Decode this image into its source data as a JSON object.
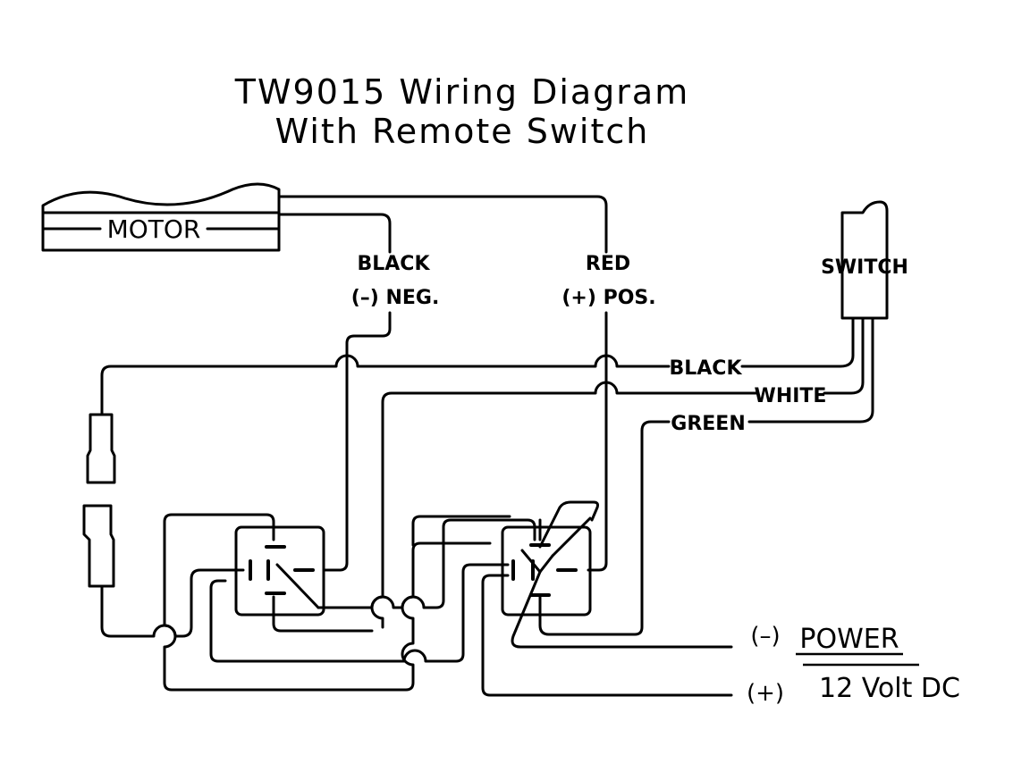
{
  "title": {
    "line1": "TW9015 Wiring Diagram",
    "line2": "With Remote Switch"
  },
  "components": {
    "motor": "MOTOR",
    "switch": "SWITCH"
  },
  "motor_leads": {
    "black_color": "BLACK",
    "black_polarity": "(–)  NEG.",
    "red_color": "RED",
    "red_polarity": "(+)  POS."
  },
  "switch_wires": {
    "black": "BLACK",
    "white": "WHITE",
    "green": "GREEN"
  },
  "power": {
    "neg": "(–)",
    "label": "POWER",
    "pos": "(+)",
    "voltage": "12  Volt  DC"
  }
}
